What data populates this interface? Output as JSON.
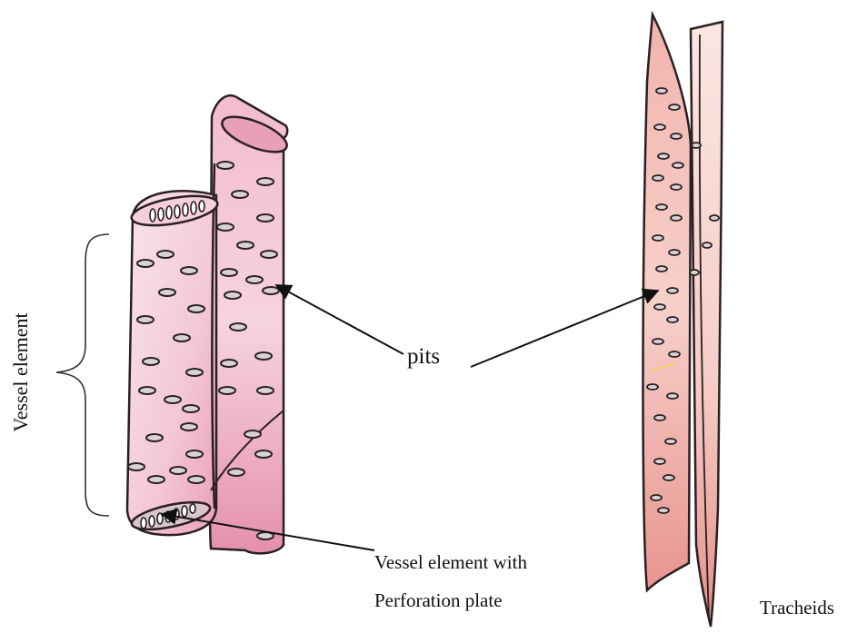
{
  "labels": {
    "vessel_element": "Vessel element",
    "pits": "pits",
    "perforation_line1": "Vessel element with",
    "perforation_line2": "Perforation plate",
    "tracheids": "Tracheids"
  },
  "colors": {
    "vessel_light": "#f7dde6",
    "vessel_mid": "#f0b6c8",
    "vessel_dark": "#e48aa8",
    "tracheid_light": "#f8d4cf",
    "tracheid_dark": "#e9938d",
    "outline": "#2a1f22",
    "pit_fill": "#d9d2d4"
  },
  "icons": {
    "vessel": "vessel-element-illustration",
    "tracheid": "tracheid-illustration"
  }
}
